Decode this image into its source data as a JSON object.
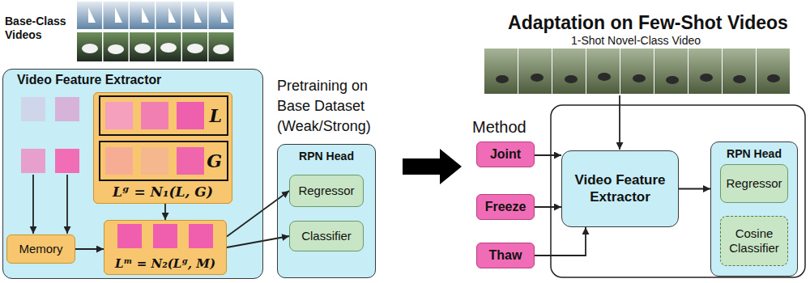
{
  "diagram": {
    "nodes": [
      {
        "text": [
          "Video Feature Extractor"
        ]
      },
      {
        "text": [
          "Lᵍ = N₁(L, G)"
        ],
        "in": 0
      },
      {
        "text": [
          "L"
        ],
        "in": 1
      },
      {
        "text": [
          "G"
        ],
        "in": 1
      },
      {
        "text": [
          "Memory"
        ],
        "in": 0
      },
      {
        "text": [
          "Lᵐ = N₂(Lᵍ, M)"
        ],
        "in": 0
      },
      {
        "text": [
          "RPN Head"
        ]
      },
      {
        "text": [
          "Regressor"
        ],
        "in": 6
      },
      {
        "text": [
          "Classifier"
        ],
        "in": 6
      },
      {
        "text": [
          "Joint"
        ]
      },
      {
        "text": [
          "Freeze"
        ]
      },
      {
        "text": [
          "Thaw"
        ]
      },
      {
        "text": [
          "Video Feature Extractor"
        ]
      },
      {
        "text": [
          "RPN Head"
        ]
      },
      {
        "text": [
          "Regressor"
        ],
        "in": 13
      },
      {
        "text": [
          "Cosine Classifier"
        ],
        "in": 13
      }
    ],
    "edges": [
      {
        "from": 1,
        "to": 5,
        "arrow": "to"
      },
      {
        "from": 4,
        "to": 5,
        "arrow": "to"
      },
      {
        "from": 5,
        "to": 7,
        "arrow": "to"
      },
      {
        "from": 5,
        "to": 8,
        "arrow": "to"
      },
      {
        "from": 9,
        "to": 12,
        "arrow": "to"
      },
      {
        "from": 10,
        "to": 12,
        "arrow": "to"
      },
      {
        "from": 11,
        "to": 12,
        "arrow": "to"
      },
      {
        "from": 12,
        "to": 13,
        "arrow": "to"
      }
    ],
    "labels": [
      "Base-Class Videos",
      "Pretraining on Base Dataset (Weak/Strong)",
      "Adaptation on Few-Shot Videos",
      "1-Shot Novel-Class Video",
      "Method"
    ]
  }
}
